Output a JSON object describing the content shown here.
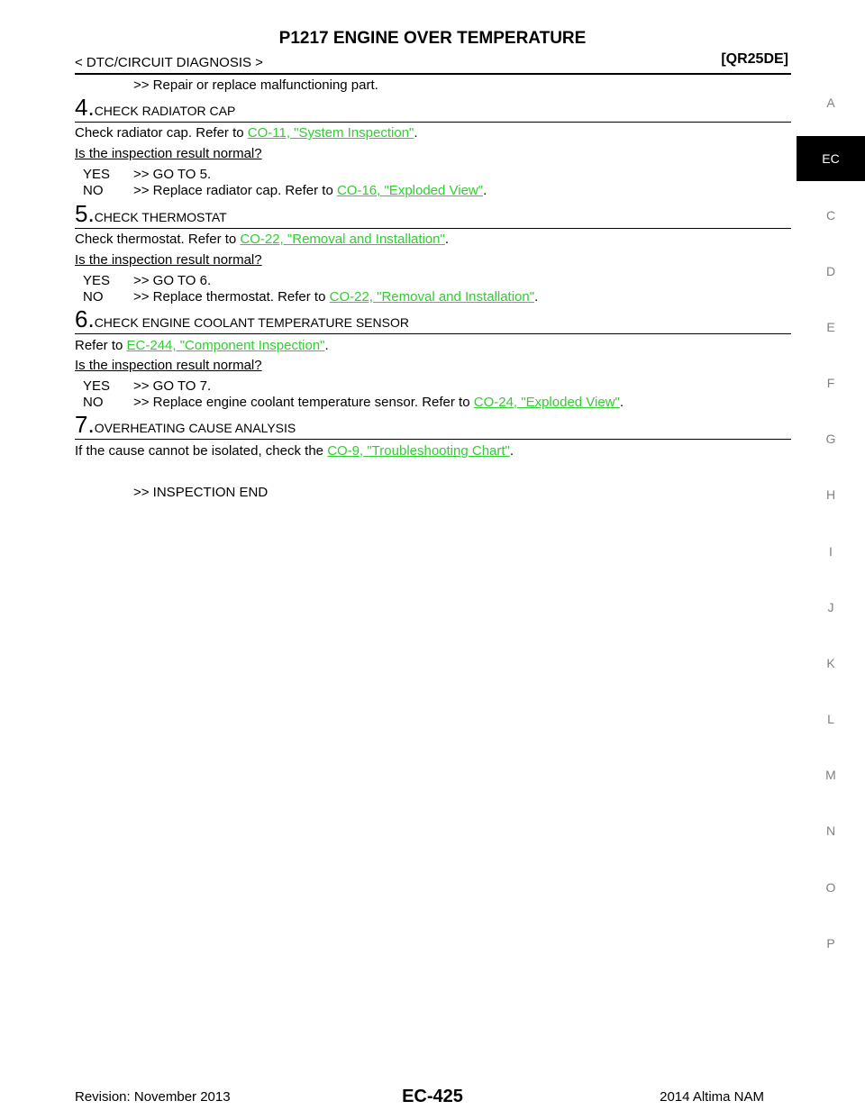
{
  "header": {
    "title": "P1217 ENGINE OVER TEMPERATURE",
    "section": "< DTC/CIRCUIT DIAGNOSIS >",
    "code": "[QR25DE]"
  },
  "intro": ">> Repair or replace malfunctioning part.",
  "steps": [
    {
      "num": "4.",
      "head": "CHECK RADIATOR CAP",
      "body_prefix": "Check radiator cap. Refer to ",
      "body_link": "CO-11, \"System Inspection\"",
      "body_suffix": ".",
      "question": "Is the inspection result normal?",
      "yes": {
        "key": "YES",
        "text": ">> GO TO 5."
      },
      "no": {
        "key": "NO",
        "prefix": ">> Replace radiator cap. Refer to ",
        "link": "CO-16, \"Exploded View\"",
        "suffix": "."
      }
    },
    {
      "num": "5.",
      "head": "CHECK THERMOSTAT",
      "body_prefix": "Check thermostat. Refer to ",
      "body_link": "CO-22, \"Removal and Installation\"",
      "body_suffix": ".",
      "question": "Is the inspection result normal?",
      "yes": {
        "key": "YES",
        "text": ">> GO TO 6."
      },
      "no": {
        "key": "NO",
        "prefix": ">> Replace thermostat. Refer to ",
        "link": "CO-22, \"Removal and Installation\"",
        "suffix": "."
      }
    },
    {
      "num": "6.",
      "head": "CHECK ENGINE COOLANT TEMPERATURE SENSOR",
      "body_prefix": "Refer to ",
      "body_link": "EC-244, \"Component Inspection\"",
      "body_suffix": ".",
      "question": "Is the inspection result normal?",
      "yes": {
        "key": "YES",
        "text": ">> GO TO 7."
      },
      "no": {
        "key": "NO",
        "prefix": ">> Replace engine coolant temperature sensor. Refer to ",
        "link": "CO-24, \"Exploded View\"",
        "suffix": "."
      }
    },
    {
      "num": "7.",
      "head": "OVERHEATING CAUSE ANALYSIS",
      "body_prefix": "If the cause cannot be isolated, check the ",
      "body_link": "CO-9, \"Troubleshooting Chart\"",
      "body_suffix": "."
    }
  ],
  "end": ">> INSPECTION END",
  "sidebar": {
    "active": "EC",
    "letters": [
      "A",
      "C",
      "D",
      "E",
      "F",
      "G",
      "H",
      "I",
      "J",
      "K",
      "L",
      "M",
      "N",
      "O",
      "P"
    ]
  },
  "footer": {
    "revision": "Revision: November 2013",
    "page": "EC-425",
    "model": "2014 Altima NAM"
  },
  "colors": {
    "link": "#33cc33",
    "sidebar_active_bg": "#000000"
  }
}
